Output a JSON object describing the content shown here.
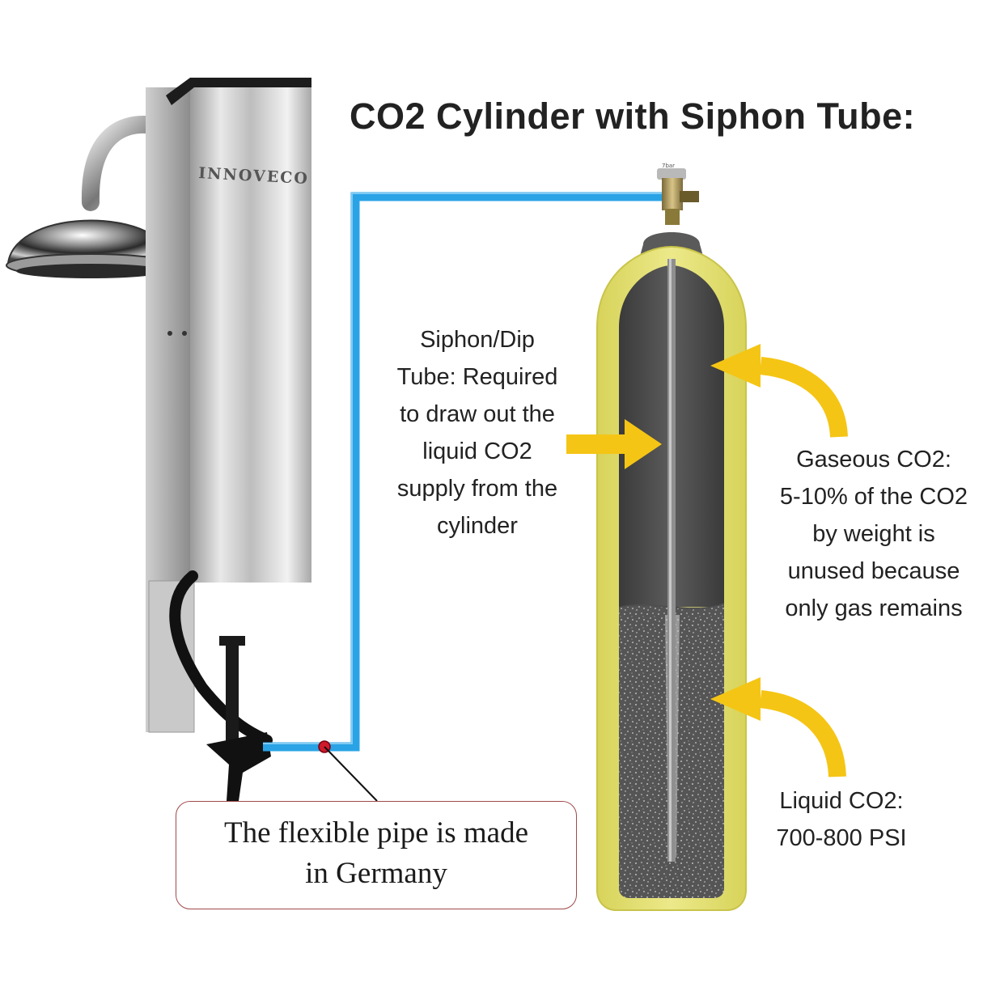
{
  "title": "CO2 Cylinder with Siphon Tube:",
  "device": {
    "brand": "INNOVECO"
  },
  "cylinder": {
    "valve_text": "7bar"
  },
  "callouts": {
    "siphon": [
      "Siphon/Dip",
      "Tube: Required",
      "to draw out the",
      "liquid CO2",
      "supply from the",
      "cylinder"
    ],
    "gas": [
      "Gaseous CO2:",
      "5-10% of the CO2",
      "by weight is",
      "unused because",
      "only gas remains"
    ],
    "liquid": [
      "Liquid CO2:",
      "700-800 PSI"
    ]
  },
  "note": [
    "The flexible pipe is made",
    "in Germany"
  ],
  "colors": {
    "pipe": "#2aa3e6",
    "arrow": "#f5c515",
    "cylinder_shell": "#e3e06a",
    "cylinder_inner": "#4a4a4a",
    "note_border": "#a04a4a",
    "pipe_joint": "#d01a2a"
  }
}
